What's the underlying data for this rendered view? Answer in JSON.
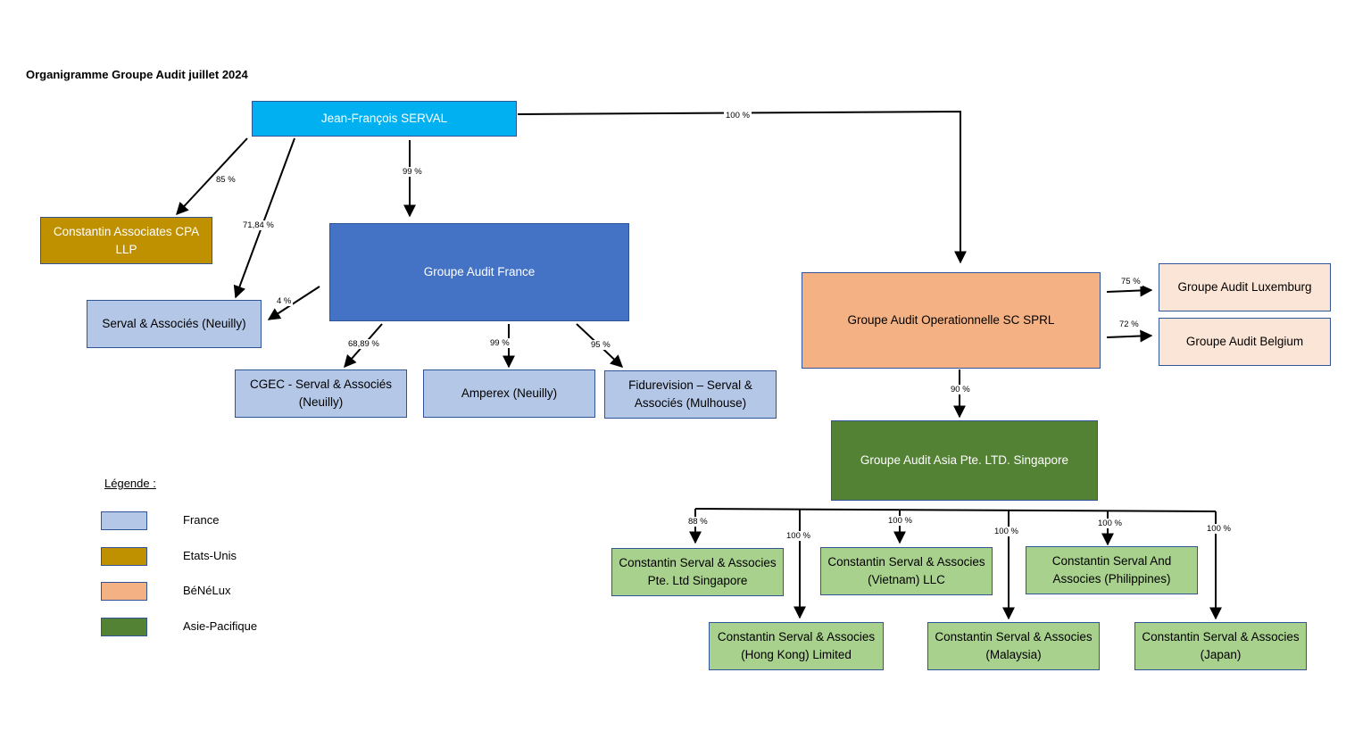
{
  "title": "Organigramme Groupe Audit juillet 2024",
  "nodes": {
    "serval": "Jean-François SERVAL",
    "gaf": "Groupe Audit France",
    "cpa": "Constantin Associates CPA LLP",
    "neuilly": "Serval & Associés  (Neuilly)",
    "cgec": "CGEC - Serval & Associés (Neuilly)",
    "amperex": "Amperex (Neuilly)",
    "fidu": "Fidurevision – Serval & Associés (Mulhouse)",
    "gao": "Groupe Audit Operationnelle SC SPRL",
    "lux": "Groupe Audit Luxemburg",
    "bel": "Groupe Audit Belgium",
    "asia": "Groupe Audit Asia Pte. LTD. Singapore",
    "sg": "Constantin Serval & Associes Pte. Ltd Singapore",
    "hk": "Constantin Serval & Associes (Hong Kong) Limited",
    "vn": "Constantin Serval & Associes (Vietnam) LLC",
    "my": "Constantin Serval & Associes (Malaysia)",
    "ph": "Constantin Serval And Associes (Philippines)",
    "jp": "Constantin Serval & Associes (Japan)"
  },
  "percentages": {
    "to_gao": "100 %",
    "to_cpa": "85 %",
    "to_neuilly_direct": "71,84 %",
    "to_gaf": "99 %",
    "gaf_to_neuilly": "4 %",
    "to_cgec": "68,89 %",
    "to_amperex": "99 %",
    "to_fidu": "95 %",
    "to_lux": "75 %",
    "to_bel": "72 %",
    "to_asia": "90 %",
    "to_sg": "88 %",
    "to_hk": "100 %",
    "to_vn": "100 %",
    "to_my": "100 %",
    "to_ph": "100 %",
    "to_jp": "100 %"
  },
  "legend": {
    "title": "Légende :",
    "items": [
      {
        "label": "France",
        "color": "#b4c7e7"
      },
      {
        "label": "Etats-Unis",
        "color": "#bf9000"
      },
      {
        "label": "BéNéLux",
        "color": "#f4b183"
      },
      {
        "label": "Asie-Pacifique",
        "color": "#548235"
      }
    ]
  },
  "colors": {
    "connector": "#000000",
    "border": "#2f5597"
  }
}
